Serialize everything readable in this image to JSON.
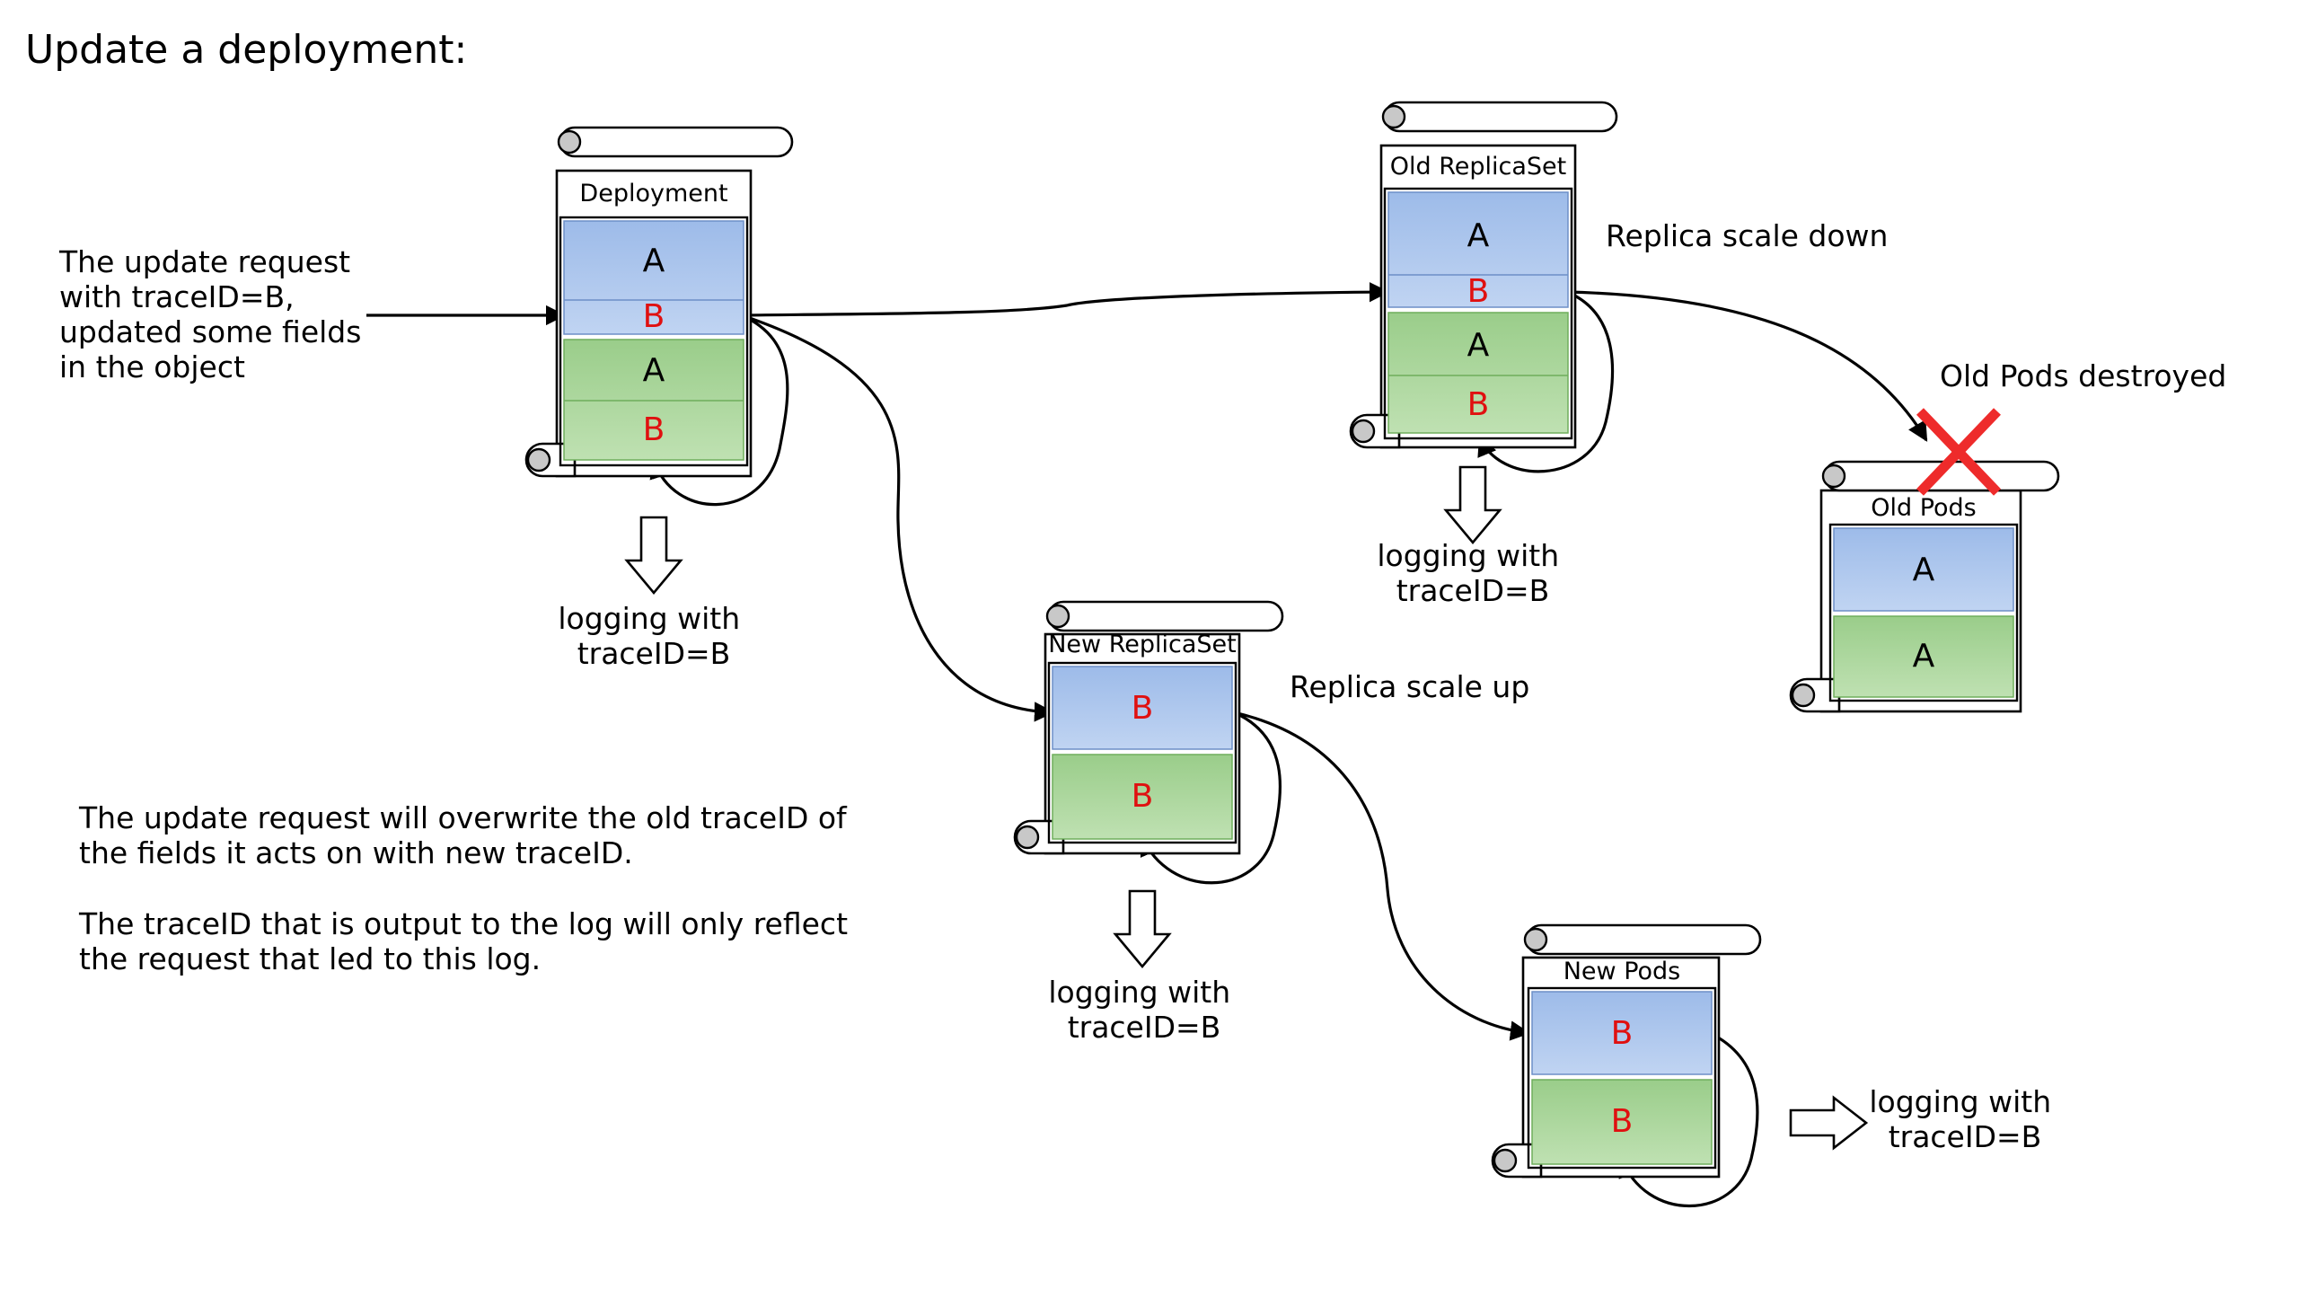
{
  "title": "Update a deployment:",
  "colors": {
    "field_blue": "#a8c4ec",
    "field_green": "#a9d49b",
    "trace_red": "#e01010",
    "cross_red": "#ee2b2b"
  },
  "request_note": [
    "The update request",
    "with traceID=B,",
    "updated some fields",
    "in the object"
  ],
  "explanation": [
    "The update request will overwrite the old traceID of",
    "the fields it acts on with new traceID.",
    "",
    "The traceID that is output to the log will only reflect",
    "the request that led to this log."
  ],
  "objects": {
    "deployment": {
      "label": "Deployment",
      "fields": [
        {
          "group": "blue",
          "rows": [
            {
              "text": "A",
              "color": "black"
            },
            {
              "text": "B",
              "color": "red"
            }
          ]
        },
        {
          "group": "green",
          "rows": [
            {
              "text": "A",
              "color": "black"
            },
            {
              "text": "B",
              "color": "red"
            }
          ]
        }
      ],
      "log": [
        "logging with",
        "traceID=B"
      ]
    },
    "old_replicaset": {
      "label": "Old ReplicaSet",
      "fields": [
        {
          "group": "blue",
          "rows": [
            {
              "text": "A",
              "color": "black"
            },
            {
              "text": "B",
              "color": "red"
            }
          ]
        },
        {
          "group": "green",
          "rows": [
            {
              "text": "A",
              "color": "black"
            },
            {
              "text": "B",
              "color": "red"
            }
          ]
        }
      ],
      "log": [
        "logging with",
        "traceID=B"
      ],
      "action": "Replica scale down"
    },
    "new_replicaset": {
      "label": "New ReplicaSet",
      "fields": [
        {
          "group": "blue",
          "rows": [
            {
              "text": "B",
              "color": "red"
            }
          ]
        },
        {
          "group": "green",
          "rows": [
            {
              "text": "B",
              "color": "red"
            }
          ]
        }
      ],
      "log": [
        "logging with",
        "traceID=B"
      ],
      "action": "Replica scale up"
    },
    "old_pods": {
      "label": "Old Pods",
      "fields": [
        {
          "group": "blue",
          "rows": [
            {
              "text": "A",
              "color": "black"
            }
          ]
        },
        {
          "group": "green",
          "rows": [
            {
              "text": "A",
              "color": "black"
            }
          ]
        }
      ],
      "action": "Old Pods destroyed"
    },
    "new_pods": {
      "label": "New Pods",
      "fields": [
        {
          "group": "blue",
          "rows": [
            {
              "text": "B",
              "color": "red"
            }
          ]
        },
        {
          "group": "green",
          "rows": [
            {
              "text": "B",
              "color": "red"
            }
          ]
        }
      ],
      "log": [
        "logging with",
        "traceID=B"
      ]
    }
  }
}
